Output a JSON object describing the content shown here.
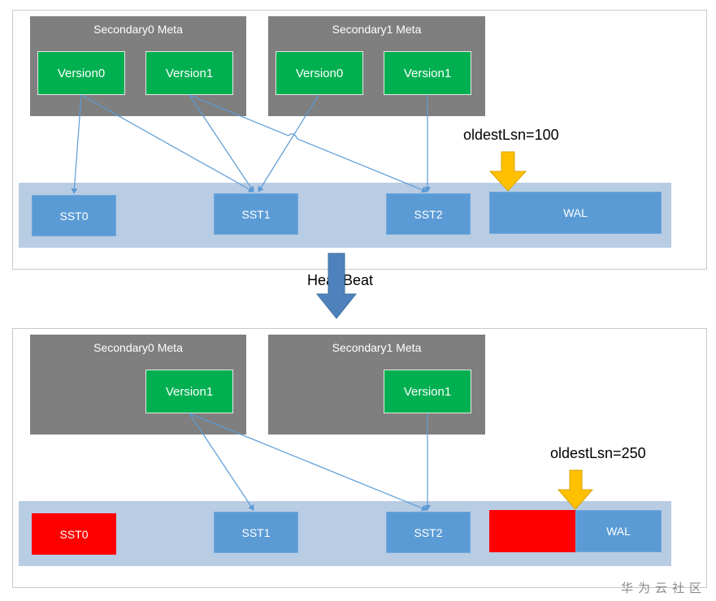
{
  "top": {
    "secondary0_title": "Secondary0 Meta",
    "secondary1_title": "Secondary1 Meta",
    "s0_version0": "Version0",
    "s0_version1": "Version1",
    "s1_version0": "Version0",
    "s1_version1": "Version1",
    "sst0": "SST0",
    "sst1": "SST1",
    "sst2": "SST2",
    "wal": "WAL",
    "oldest_lsn": "oldestLsn=100"
  },
  "transition": {
    "label": "HeartBeat"
  },
  "bottom": {
    "secondary0_title": "Secondary0 Meta",
    "secondary1_title": "Secondary1 Meta",
    "s0_version1": "Version1",
    "s1_version1": "Version1",
    "sst0": "SST0",
    "sst1": "SST1",
    "sst2": "SST2",
    "wal": "WAL",
    "oldest_lsn": "oldestLsn=250"
  },
  "watermark": "华为云社区",
  "colors": {
    "meta_bg": "#7f7f7f",
    "version_bg": "#00b050",
    "band_bg": "#b8cce4",
    "sst_bg": "#5b9bd5",
    "deleted": "#ff0000",
    "pointer_arrow": "#ffc000",
    "heartbeat_arrow": "#4f81bd"
  }
}
